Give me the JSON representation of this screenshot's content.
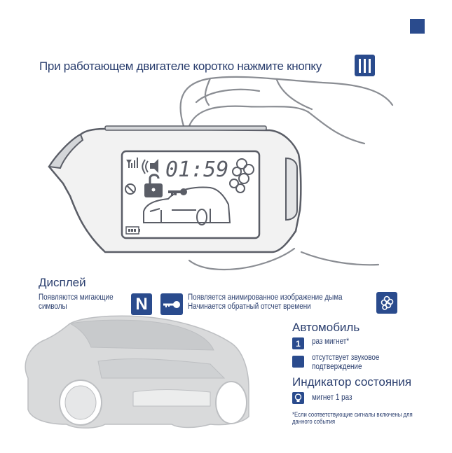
{
  "instruction": {
    "text": "При работающем двигателе  коротко нажмите кнопку",
    "button_icon": "button-three-bars-icon"
  },
  "lcd": {
    "timer": "01:59",
    "icons": [
      "signal-icon",
      "speaker-icon",
      "padlock-open-icon",
      "key-icon",
      "no-sound-icon",
      "smoke-icon",
      "battery-icon",
      "car-icon"
    ]
  },
  "display_section": {
    "title": "Дисплей",
    "blink_text": "Появляются мигающие символы",
    "n_icon_label": "N",
    "smoke_text_1": "Появляется анимированное изображение дыма",
    "smoke_text_2": "Начинается обратный отсчет времени"
  },
  "car_section": {
    "title": "Автомобиль",
    "blink_count": "1",
    "blink_text": "раз мигнет*",
    "no_sound_text": "отсутствует звуковое подтверждение"
  },
  "status_section": {
    "title": "Индикатор состояния",
    "text": "мигнет 1 раз"
  },
  "footnote": "*Если соответствующие сигналы включены для данного события",
  "colors": {
    "accent": "#2a4b8d",
    "text": "#2a3e6e",
    "outline": "#5a5d66",
    "car_fill": "#d9dadb"
  }
}
